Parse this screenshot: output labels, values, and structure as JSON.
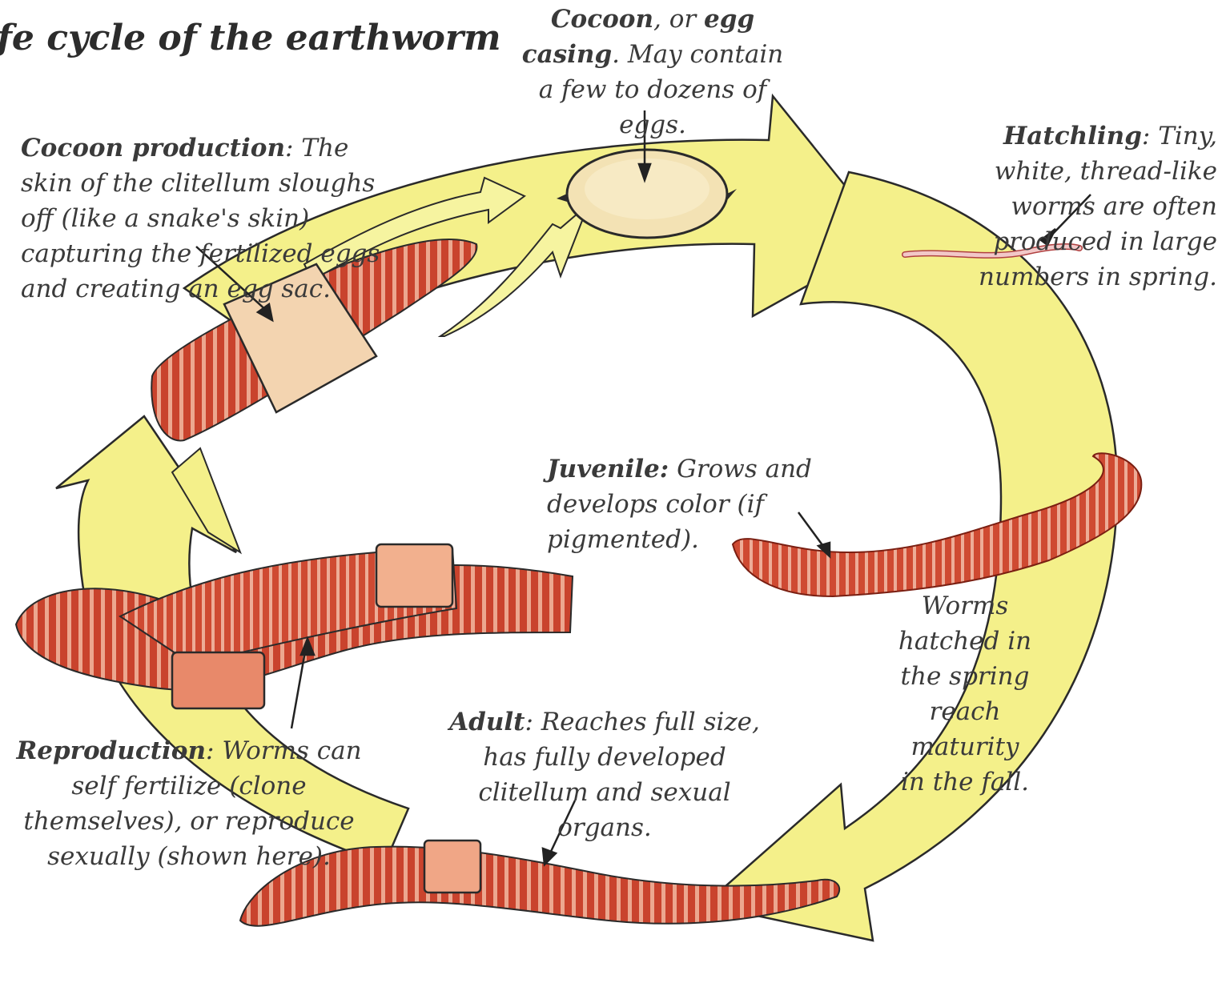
{
  "title": "fe cycle of the earthworm",
  "stages": {
    "cocoon": {
      "name": "Cocoon",
      "text": ", or",
      "name2": "egg casing",
      "text2": ". May contain a few to dozens of eggs."
    },
    "hatchling": {
      "name": "Hatchling",
      "text": ": Tiny, white, thread-like worms are often produced in large numbers in spring."
    },
    "cocoon_production": {
      "name": "Cocoon production",
      "text": ": The skin of the clitellum sloughs off (like a snake's skin) capturing the fertilized eggs and creating an egg sac."
    },
    "juvenile": {
      "name": "Juvenile:",
      "text": "Grows and develops color (if pigmented)."
    },
    "maturity_note": "Worms hatched in the spring reach maturity in the fall.",
    "adult": {
      "name": "Adult",
      "text": ": Reaches full size, has fully developed clitellum and sexual organs."
    },
    "reproduction": {
      "name": "Reproduction",
      "text": ": Worms can self fertilize (clone themselves), or reproduce sexually (shown here)."
    }
  },
  "colors": {
    "arrow_fill": "#f4f08a",
    "arrow_stroke": "#2a2a2a",
    "worm_red": "#c7422c",
    "worm_light": "#f2b9a0",
    "cocoon": "#f3e2b4"
  }
}
